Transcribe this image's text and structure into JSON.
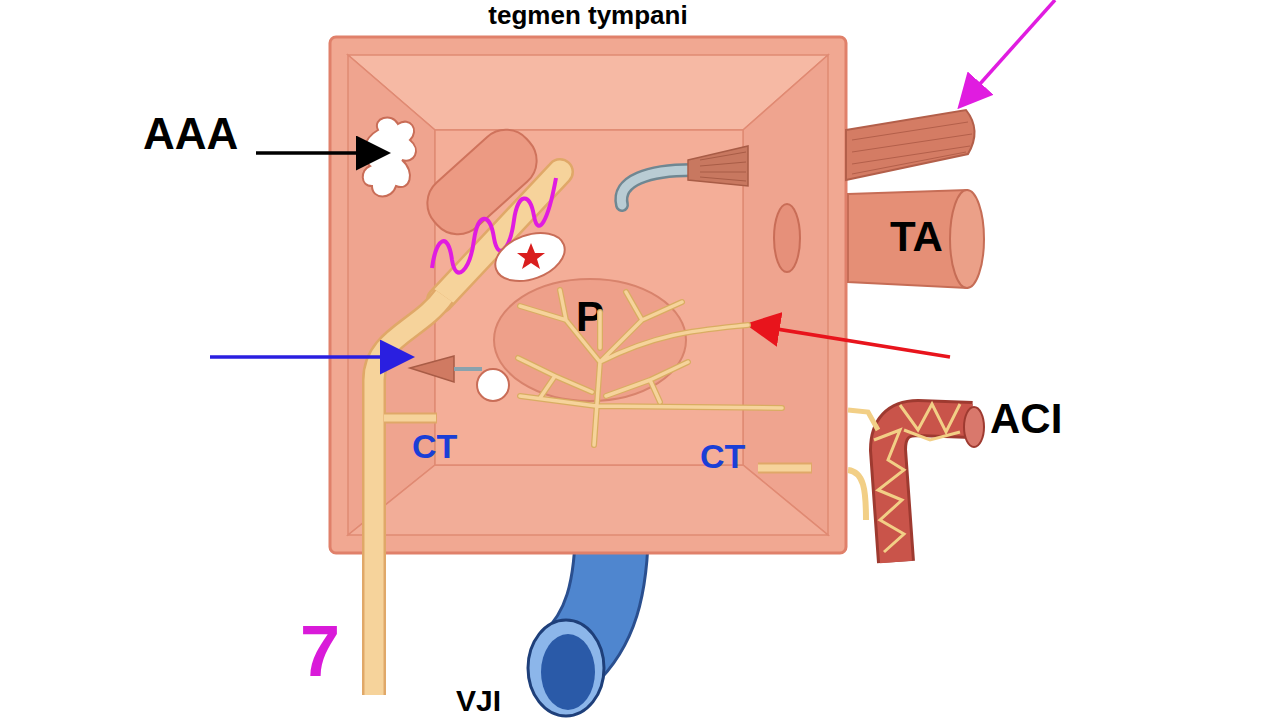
{
  "diagram": {
    "nodes": [
      {
        "text": [
          "tegmen tympani"
        ]
      },
      {
        "text": [
          "P"
        ],
        "in": 0
      },
      {
        "text": [
          "TA"
        ]
      }
    ],
    "labels": [
      "AAA",
      "CT",
      "CT",
      "ACI",
      "7",
      "VJI"
    ]
  }
}
